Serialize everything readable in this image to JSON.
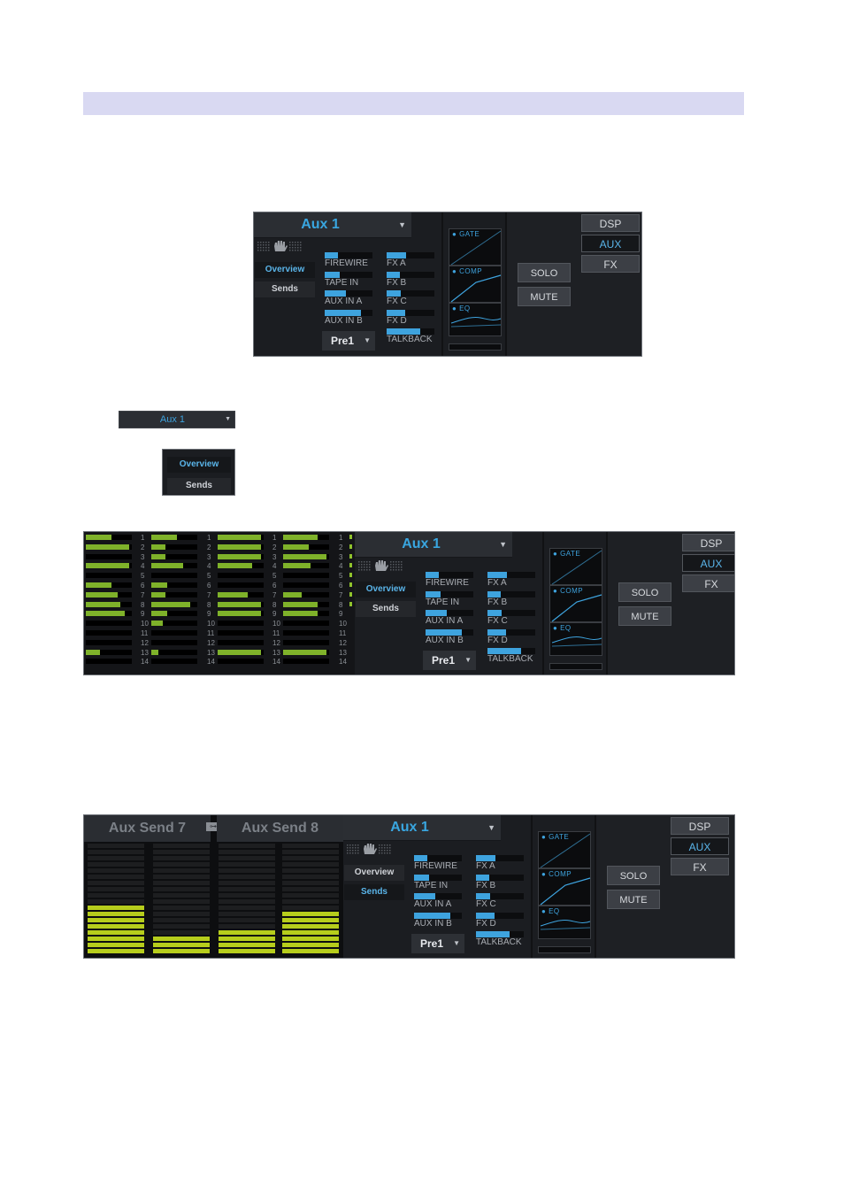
{
  "aux": {
    "title": "Aux 1",
    "nav": [
      "Overview",
      "Sends"
    ],
    "pre": "Pre1"
  },
  "sends": {
    "left": [
      {
        "name": "FIREWIRE",
        "level": 0.28
      },
      {
        "name": "TAPE IN",
        "level": 0.32
      },
      {
        "name": "AUX IN A",
        "level": 0.45
      },
      {
        "name": "AUX IN B",
        "level": 0.75
      }
    ],
    "right": [
      {
        "name": "FX A",
        "level": 0.4
      },
      {
        "name": "FX B",
        "level": 0.28
      },
      {
        "name": "FX C",
        "level": 0.3
      },
      {
        "name": "FX D",
        "level": 0.38
      },
      {
        "name": "TALKBACK",
        "level": 0.7
      }
    ]
  },
  "dynamics": [
    "GATE",
    "COMP",
    "EQ"
  ],
  "buttons": {
    "solo": "SOLO",
    "mute": "MUTE"
  },
  "tabs": [
    "DSP",
    "AUX",
    "FX"
  ],
  "meter_channels": [
    "1",
    "2",
    "3",
    "4",
    "5",
    "6",
    "7",
    "8",
    "9",
    "10",
    "11",
    "12",
    "13",
    "14"
  ],
  "meter_levels": [
    [
      0.55,
      0.95,
      0,
      0.95,
      0,
      0.55,
      0.7,
      0.75,
      0.85,
      0,
      0,
      0,
      0.3,
      0
    ],
    [
      0.55,
      0.3,
      0.3,
      0.7,
      0,
      0.35,
      0.3,
      0.85,
      0.35,
      0.25,
      0,
      0,
      0.15,
      0
    ],
    [
      0.95,
      0.95,
      0.95,
      0.75,
      0,
      0,
      0.65,
      0.95,
      0.95,
      0,
      0,
      0,
      0.95,
      0
    ],
    [
      0.75,
      0.55,
      0.95,
      0.6,
      0,
      0,
      0.4,
      0.75,
      0.75,
      0,
      0,
      0,
      0.95,
      0
    ]
  ],
  "aux_sends": {
    "titles": [
      "Aux Send 7",
      "Aux Send 8"
    ],
    "link": "⊶",
    "levels": [
      8,
      3,
      4,
      7
    ]
  },
  "colors": {
    "accent": "#3ea3de",
    "meter_green": "#7fb22a",
    "send_yellow": "#b6cd1c",
    "header": "#d9d9f2"
  }
}
